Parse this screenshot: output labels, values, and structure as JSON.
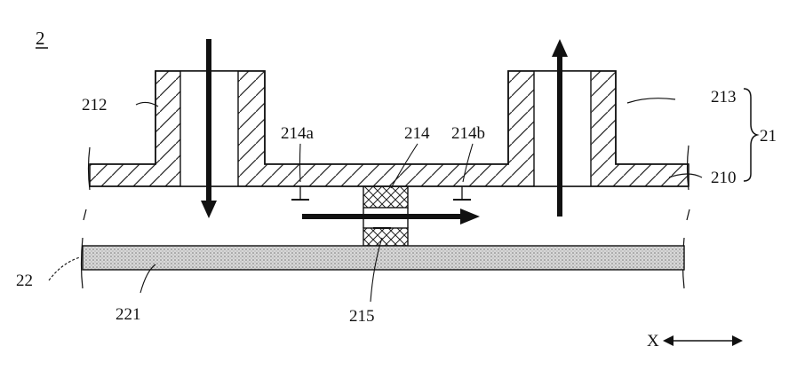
{
  "figure": {
    "number": "2",
    "labels": {
      "outlet_port": "212",
      "inlet_port": "213",
      "body": "21",
      "base_plate": "210",
      "electrode_a": "214a",
      "sensor": "214",
      "electrode_b": "214b",
      "substrate": "22",
      "layer": "221",
      "element": "215"
    },
    "axis": {
      "label": "X"
    },
    "colors": {
      "line": "#111111",
      "hatch": "#222222",
      "layer_fill": "#bdbdbd"
    }
  }
}
